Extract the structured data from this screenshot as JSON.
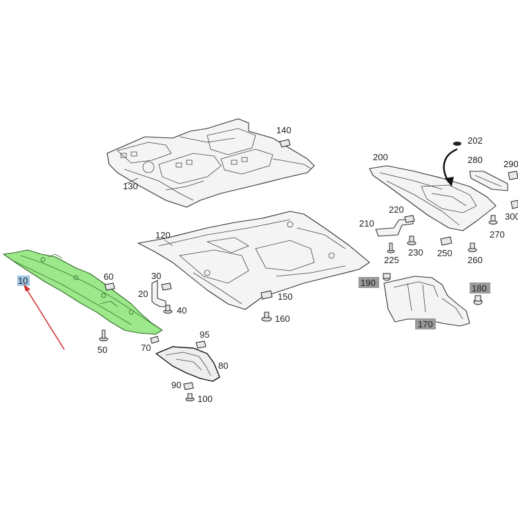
{
  "colors": {
    "highlight_part": "#9ee88c",
    "highlight_label_bg": "#9fc7e8",
    "grey_label_bg": "#9a9a9a",
    "arrow": "#d03030"
  },
  "callouts": {
    "c10": "10",
    "c20": "20",
    "c30": "30",
    "c40": "40",
    "c50": "50",
    "c60": "60",
    "c70": "70",
    "c80": "80",
    "c90": "90",
    "c95": "95",
    "c100": "100",
    "c120": "120",
    "c130": "130",
    "c140": "140",
    "c150": "150",
    "c160": "160",
    "c170": "170",
    "c180": "180",
    "c190": "190",
    "c200": "200",
    "c202": "202",
    "c210": "210",
    "c220": "220",
    "c225": "225",
    "c230": "230",
    "c250": "250",
    "c260": "260",
    "c270": "270",
    "c280": "280",
    "c290": "290",
    "c300": "300"
  }
}
